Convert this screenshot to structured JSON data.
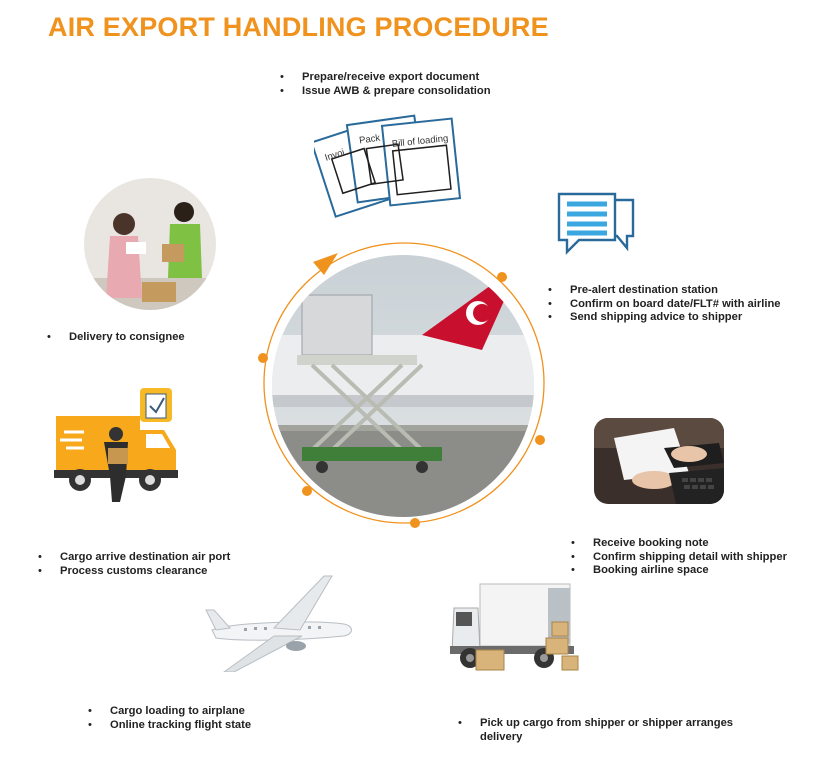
{
  "title": "AIR EXPORT HANDLING PROCEDURE",
  "accent_color": "#f0921e",
  "steps": {
    "documents": {
      "bullets": [
        "Prepare/receive export document",
        "Issue AWB & prepare consolidation"
      ],
      "doc_labels": [
        "Invoi",
        "Pack",
        "Bill of loading"
      ]
    },
    "prealert": {
      "bullets": [
        "Pre-alert destination station",
        "Confirm on board date/FLT# with airline",
        "Send shipping advice to shipper"
      ]
    },
    "booking": {
      "bullets": [
        "Receive booking note",
        "Confirm shipping detail with shipper",
        "Booking airline space"
      ]
    },
    "pickup": {
      "bullets": [
        "Pick up cargo from shipper or shipper arranges delivery"
      ]
    },
    "loading": {
      "bullets": [
        "Cargo loading to airplane",
        "Online tracking flight state"
      ]
    },
    "customs": {
      "bullets": [
        "Cargo arrive destination air port",
        "Process customs clearance"
      ]
    },
    "delivery": {
      "bullets": [
        "Delivery to consignee"
      ]
    }
  },
  "icons": {
    "center": "cargo-plane-loading-photo",
    "documents": "documents-icon",
    "chat": "chat-bubble-icon",
    "typing": "typing-hands-photo",
    "truck": "box-truck-icon",
    "airplane": "airplane-icon",
    "courier": "courier-truck-icon",
    "handover": "package-handover-photo"
  }
}
